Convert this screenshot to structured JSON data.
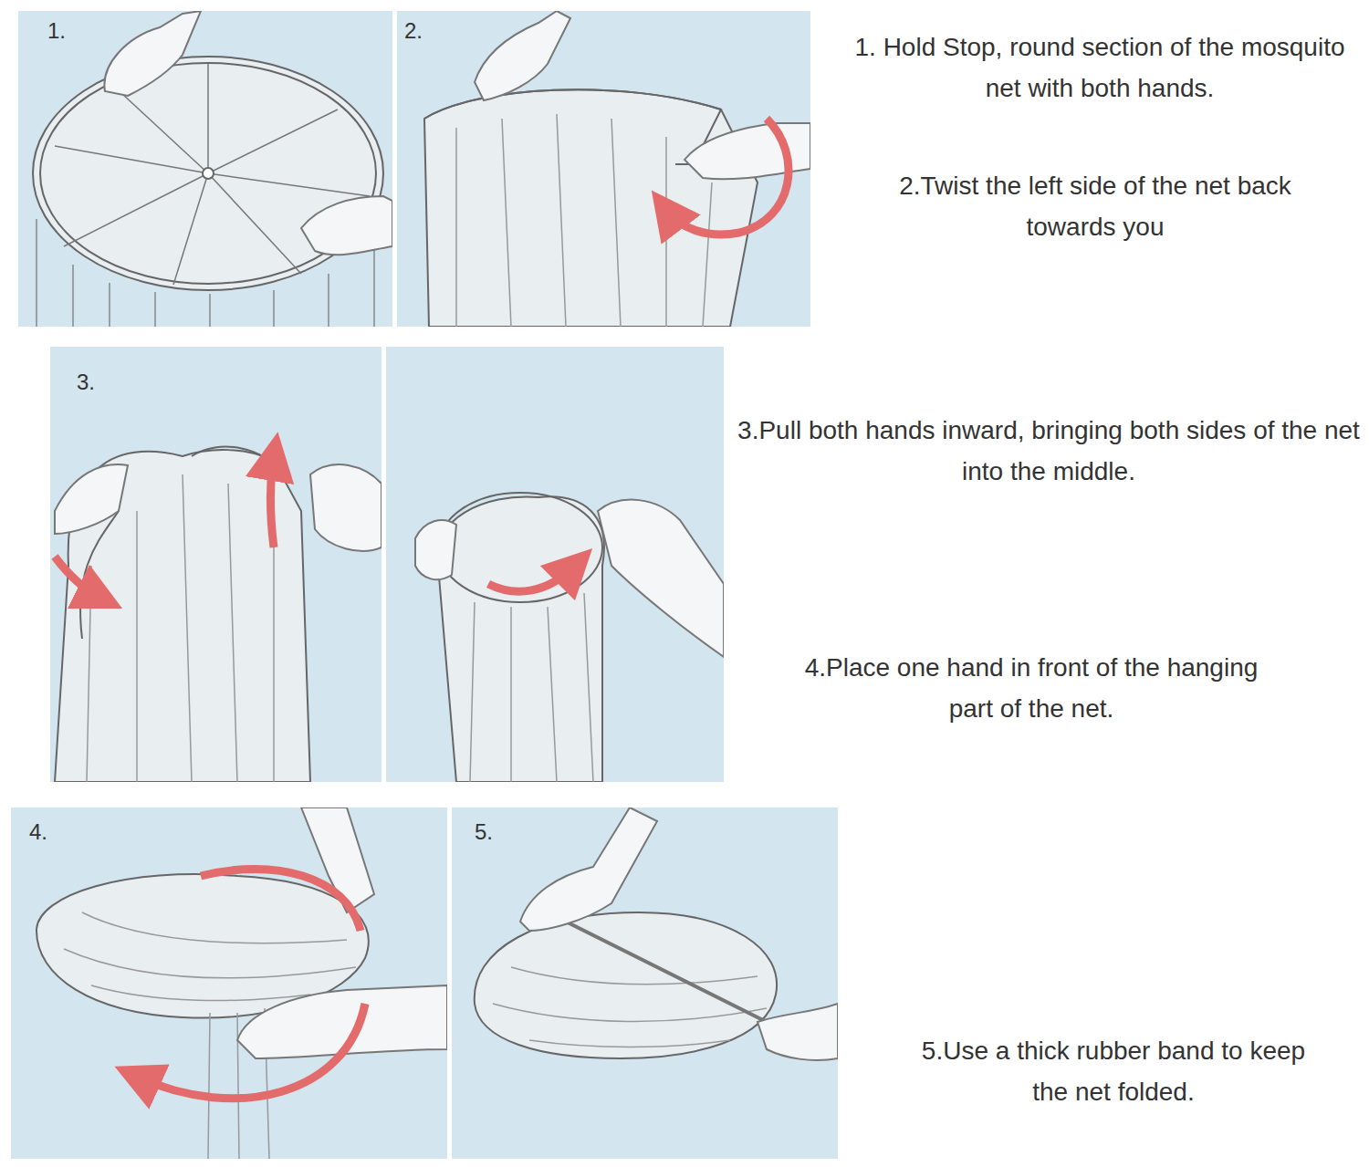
{
  "diagram": {
    "labels": [
      "1.",
      "2.",
      "3.",
      "4.",
      "5.",
      "1. Hold Stop, round section of the mosquito net with both hands.",
      "2.Twist the left side of the net back towards you",
      "3.Pull both hands inward, bringing both sides of the net into the middle.",
      "4.Place one hand in front of the hanging part of the net.",
      "5.Use a thick rubber band to keep the net folded."
    ]
  }
}
